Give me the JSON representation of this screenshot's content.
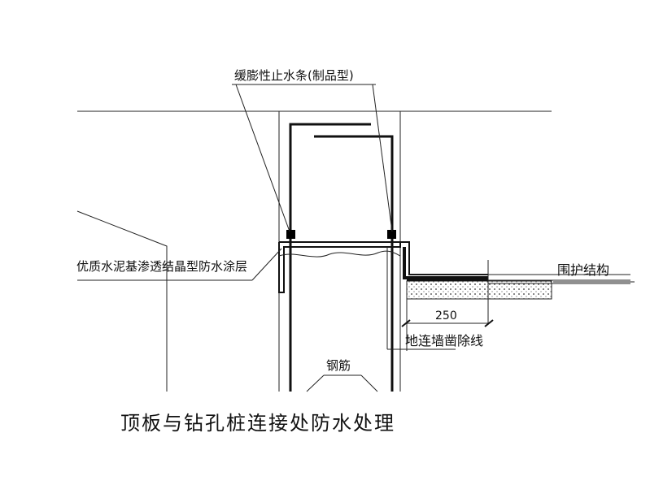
{
  "labels": {
    "waterstop": "缓膨性止水条(制品型)",
    "coating": "优质水泥基渗透结晶型防水涂层",
    "retaining": "围护结构",
    "dimension": "250",
    "chiselLine": "地连墙凿除线",
    "rebar": "钢筋"
  },
  "title": "顶板与钻孔桩连接处防水处理"
}
